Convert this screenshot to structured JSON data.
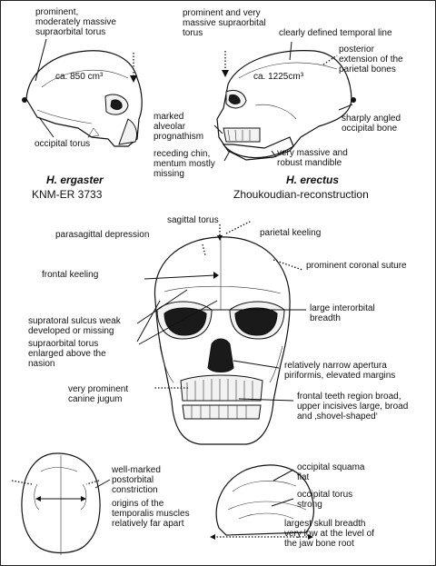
{
  "ergaster": {
    "label_torus": "prominent,\nmoderately massive\nsupraorbital torus",
    "volume": "ca. 850 cm³",
    "label_occipital": "occipital torus",
    "species": "H. ergaster",
    "specimen": "KNM-ER 3733"
  },
  "erectus": {
    "label_torus": "prominent and very\nmassive supraorbital\ntorus",
    "label_temporal": "clearly defined temporal line",
    "label_parietal": "posterior\nextension of the\nparietal bones",
    "volume": "ca. 1225cm³",
    "label_prognathism": "marked\nalveolar\nprognathism",
    "label_occipital_bone": "sharply angled\noccipital bone",
    "label_chin": "receding chin,\nmentum mostly\nmissing",
    "label_mandible": "very massive and\nrobust mandible",
    "species": "H. erectus",
    "specimen": "Zhoukoudian-reconstruction"
  },
  "frontal": {
    "sagittal": "sagittal torus",
    "parasagittal": "parasagittal depression",
    "parietal_keeling": "parietal keeling",
    "frontal_keeling": "frontal keeling",
    "coronal": "prominent coronal suture",
    "interorbital": "large interorbital\nbreadth",
    "supratoral": "supratoral sulcus weak\ndeveloped or missing",
    "supraorbital": "supraorbital torus\nenlarged above the\nnasion",
    "apertura": "relatively narrow apertura\npiriformis, elevated margins",
    "canine": "very prominent\ncanine jugum",
    "frontal_teeth": "frontal teeth region broad,\nupper incisives large, broad\nand ‚shovel-shaped‘"
  },
  "top_view": {
    "postorbital": "well-marked\npostorbital\nconstriction",
    "temporalis": "origins of the\ntemporalis muscles\nrelatively far apart"
  },
  "rear_view": {
    "squama": "occipital squama\nflat",
    "torus": "occipital torus\nstrong",
    "breadth": "largest skull breadth\nvery low at the level of\nthe jaw bone root"
  }
}
